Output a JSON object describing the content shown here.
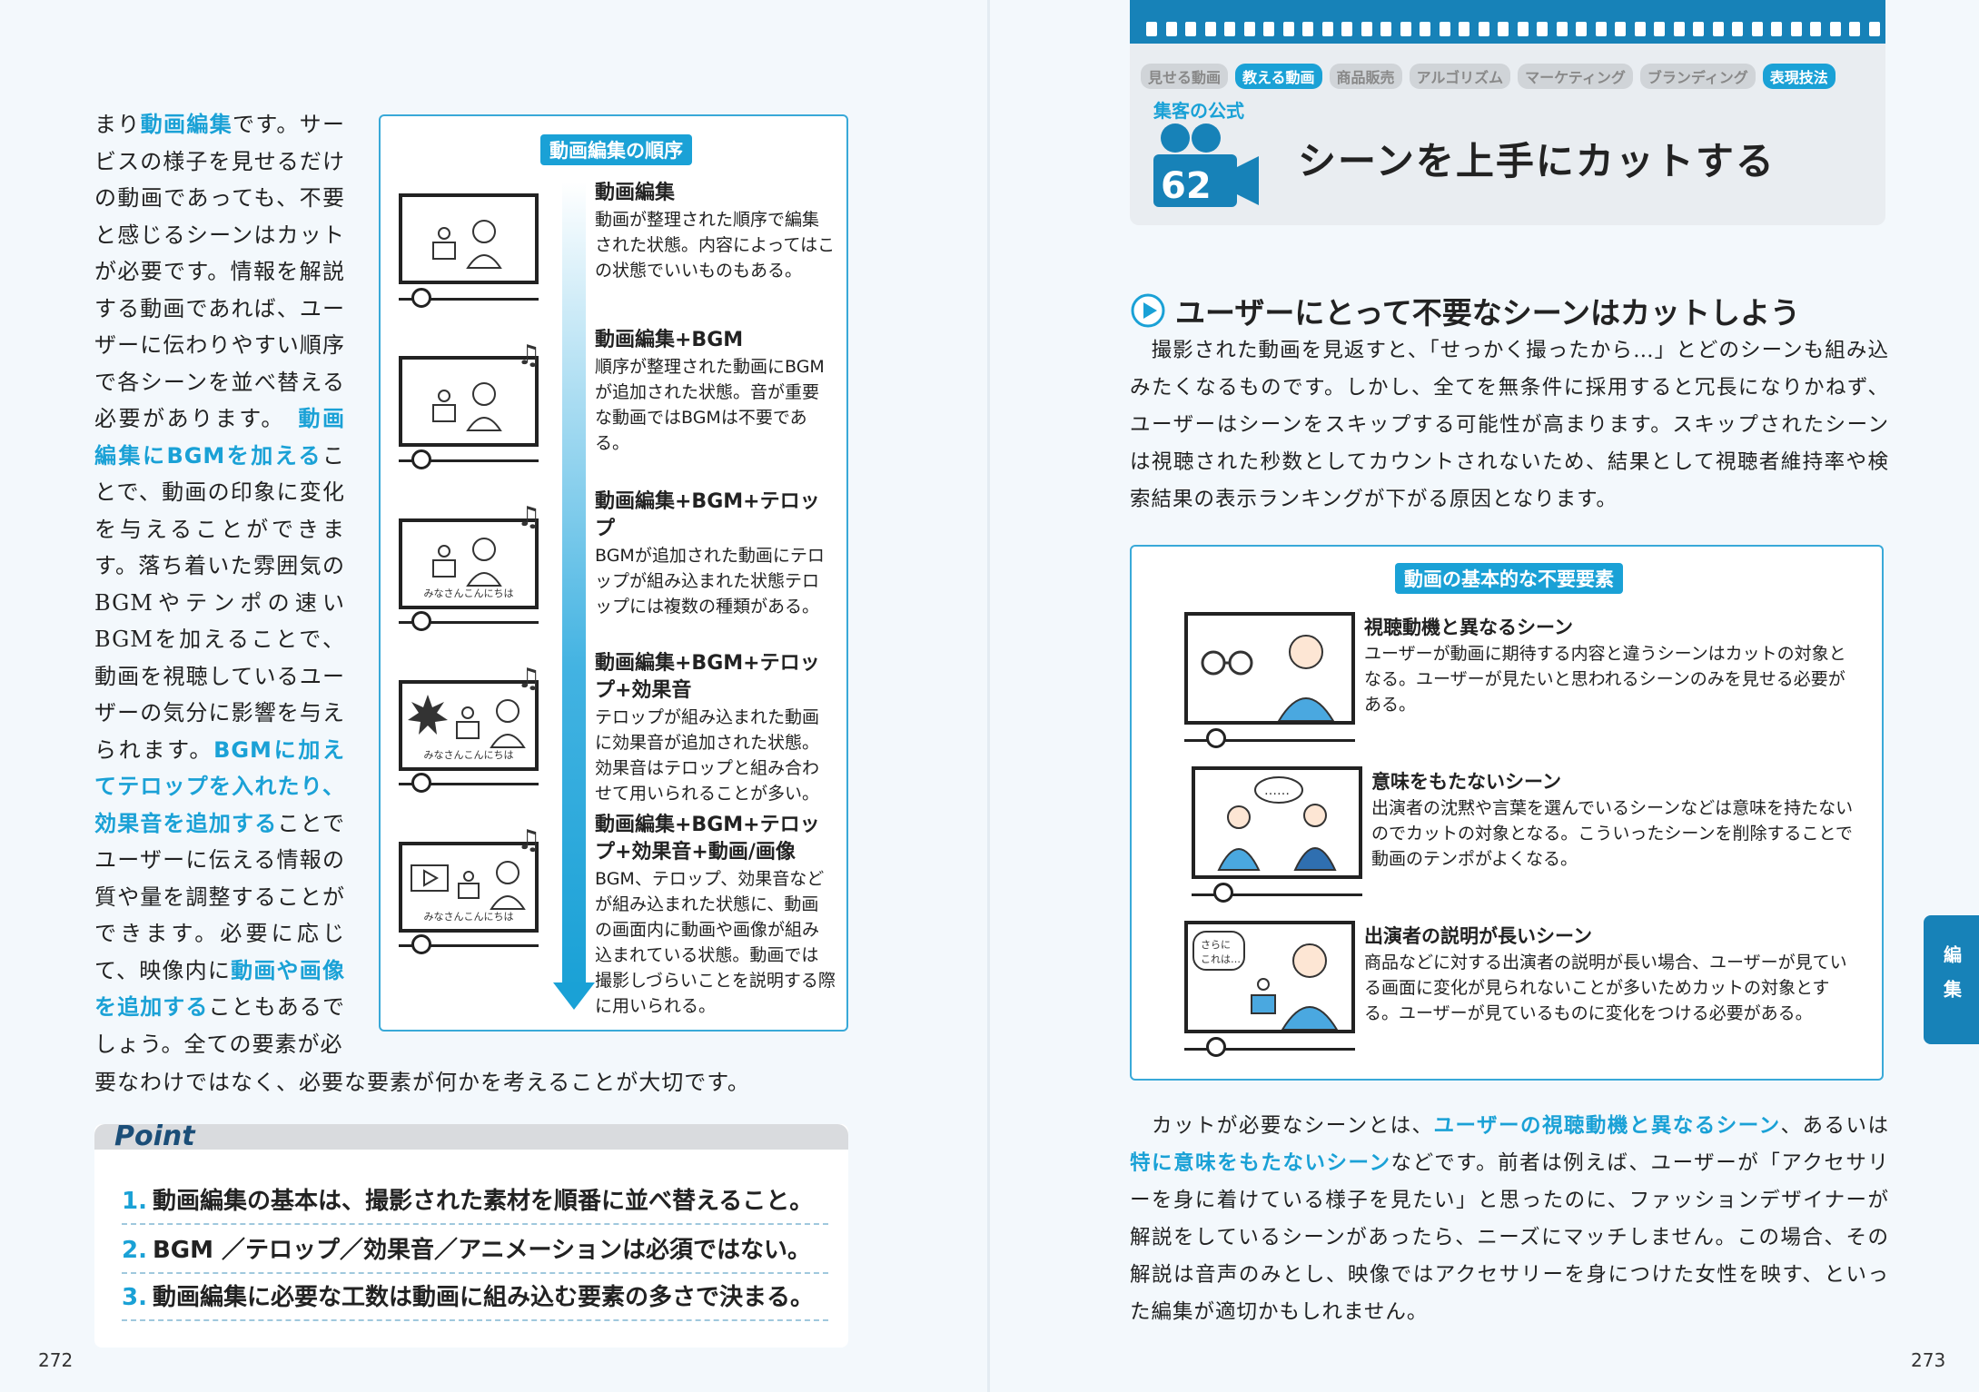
{
  "left_page": {
    "body_lines": [
      {
        "t": "まり"
      },
      {
        "t": "動画編集",
        "hl": true
      },
      {
        "t": "です。サービスの様子を見せるだけの動画であっても、不要と感じるシーンはカットが必要です。情報を解説する動画であれば、ユーザーに伝わりやすい順序で各シーンを並べ替える必要があります。　"
      },
      {
        "t": "動画編集にBGMを加える",
        "hl": true
      },
      {
        "t": "ことで、動画の印象に変化を与えることができます。落ち着いた雰囲気のBGMやテンポの速いBGMを加えることで、動画を視聴しているユーザーの気分に影響を与えられます。"
      },
      {
        "t": "BGMに加えてテロップを入れたり、効果音を追加する",
        "hl": true
      },
      {
        "t": "ことでユーザーに伝える情報の質や量を調整することができます。必要に応じて、映像内に"
      },
      {
        "t": "動画や画像を追加する",
        "hl": true
      },
      {
        "t": "こともあるでしょう。全ての要素が必"
      }
    ],
    "body_tail": "要なわけではなく、必要な要素が何かを考えることが大切です。",
    "diagram": {
      "title": "動画編集の順序",
      "steps": [
        {
          "heading": "動画編集",
          "text": "動画が整理された順序で編集された状態。内容によってはこの状態でいいものもある。",
          "caption": ""
        },
        {
          "heading": "動画編集+BGM",
          "text": "順序が整理された動画にBGMが追加された状態。音が重要な動画ではBGMは不要である。",
          "caption": ""
        },
        {
          "heading": "動画編集+BGM+テロップ",
          "text": "BGMが追加された動画にテロップが組み込まれた状態テロップには複数の種類がある。",
          "caption": "みなさんこんにちは"
        },
        {
          "heading": "動画編集+BGM+テロップ+効果音",
          "text": "テロップが組み込まれた動画に効果音が追加された状態。効果音はテロップと組み合わせて用いられることが多い。",
          "caption": "みなさんこんにちは"
        },
        {
          "heading": "動画編集+BGM+テロップ+効果音+動画/画像",
          "text": "BGM、テロップ、効果音などが組み込まれた状態に、動画の画面内に動画や画像が組み込まれている状態。動画では撮影しづらいことを説明する際に用いられる。",
          "caption": "みなさんこんにちは"
        }
      ]
    },
    "point": {
      "label": "Point",
      "items": [
        {
          "num": "1.",
          "text": "動画編集の基本は、撮影された素材を順番に並べ替えること。"
        },
        {
          "num": "2.",
          "text": "BGM ／テロップ／効果音／アニメーションは必須ではない。"
        },
        {
          "num": "3.",
          "text": "動画編集に必要な工数は動画に組み込む要素の多さで決まる。"
        }
      ]
    },
    "page_number": "272"
  },
  "right_page": {
    "categories": [
      {
        "label": "見せる動画",
        "on": false
      },
      {
        "label": "教える動画",
        "on": true
      },
      {
        "label": "商品販売",
        "on": false
      },
      {
        "label": "アルゴリズム",
        "on": false
      },
      {
        "label": "マーケティング",
        "on": false
      },
      {
        "label": "ブランディング",
        "on": false
      },
      {
        "label": "表現技法",
        "on": true
      }
    ],
    "formula_label": "集客の公式",
    "number": "62",
    "title": "シーンを上手にカットする",
    "section_heading": "ユーザーにとって不要なシーンはカットしよう",
    "para1": "　撮影された動画を見返すと、「せっかく撮ったから…」とどのシーンも組み込みたくなるものです。しかし、全てを無条件に採用すると冗長になりかねず、ユーザーはシーンをスキップする可能性が高まります。スキップされたシーンは視聴された秒数としてカウントされないため、結果として視聴者維持率や検索結果の表示ランキングが下がる原因となります。",
    "diagram": {
      "title": "動画の基本的な不要要素",
      "items": [
        {
          "heading": "視聴動機と異なるシーン",
          "text": "ユーザーが動画に期待する内容と違うシーンはカットの対象となる。ユーザーが見たいと思われるシーンのみを見せる必要がある。"
        },
        {
          "heading": "意味をもたないシーン",
          "text": "出演者の沈黙や言葉を選んでいるシーンなどは意味を持たないのでカットの対象となる。こういったシーンを削除することで動画のテンポがよくなる。"
        },
        {
          "heading": "出演者の説明が長いシーン",
          "text": "商品などに対する出演者の説明が長い場合、ユーザーが見ている画面に変化が見られないことが多いためカットの対象とする。ユーザーが見ているものに変化をつける必要がある。"
        }
      ],
      "bubble_dots": "……",
      "bubble_text": "さらに\nこれは…"
    },
    "para2_parts": [
      {
        "t": "　カットが必要なシーンとは、"
      },
      {
        "t": "ユーザーの視聴動機と異なるシーン",
        "hl": true
      },
      {
        "t": "、あるいは"
      },
      {
        "t": "特に意味をもたないシーン",
        "hl": true
      },
      {
        "t": "などです。前者は例えば、ユーザーが「アクセサリーを身に着けている様子を見たい」と思ったのに、ファッションデザイナーが解説をしているシーンがあったら、ニーズにマッチしません。この場合、その解説は音声のみとし、映像ではアクセサリーを身につけた女性を映す、といった編集が適切かもしれません。"
      }
    ],
    "side_tab": "編集",
    "page_number": "273"
  },
  "colors": {
    "accent": "#1aa1d6",
    "dark_blue": "#1782b8",
    "header_gray": "#e9edf1"
  }
}
